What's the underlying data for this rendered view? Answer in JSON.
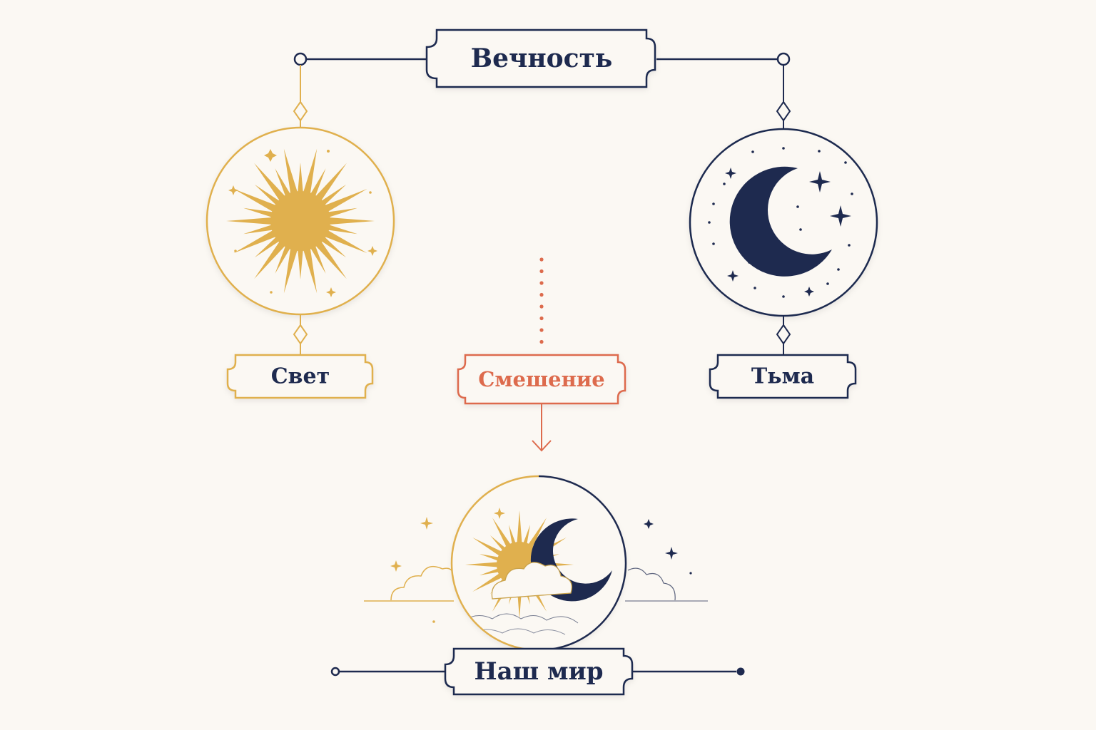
{
  "colors": {
    "background": "#fbf8f3",
    "light_gold": "#e0b04e",
    "dark_navy": "#1e2a4f",
    "blend_coral": "#dd6b4d"
  },
  "nodes": {
    "eternity": {
      "label": "Вечность"
    },
    "light": {
      "label": "Свет",
      "icon": "sun-icon"
    },
    "darkness": {
      "label": "Тьма",
      "icon": "crescent-moon-icon"
    },
    "blending": {
      "label": "Смешение"
    },
    "our_world": {
      "label": "Наш мир",
      "icon": "sun-and-moon-icon"
    }
  }
}
